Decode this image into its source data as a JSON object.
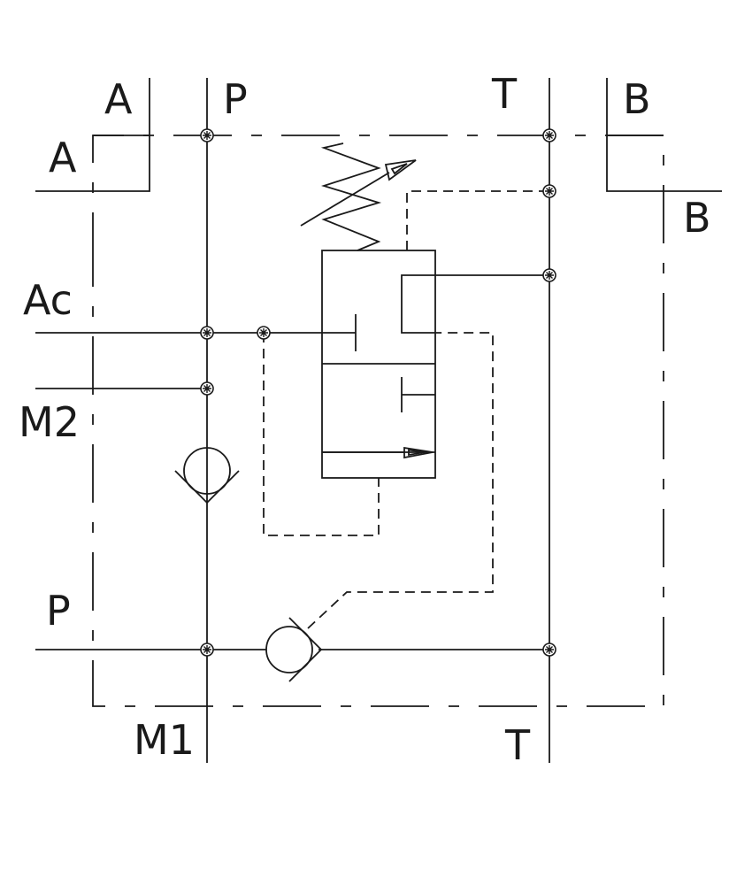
{
  "labels": {
    "a_top": "A",
    "a_left": "A",
    "p_top": "P",
    "t_top": "T",
    "b_top": "B",
    "b_right": "B",
    "ac": "Ac",
    "m2": "M2",
    "p_left": "P",
    "m1": "M1",
    "t_bottom": "T"
  },
  "colors": {
    "line": "#1a1a1a",
    "background": "#ffffff"
  }
}
